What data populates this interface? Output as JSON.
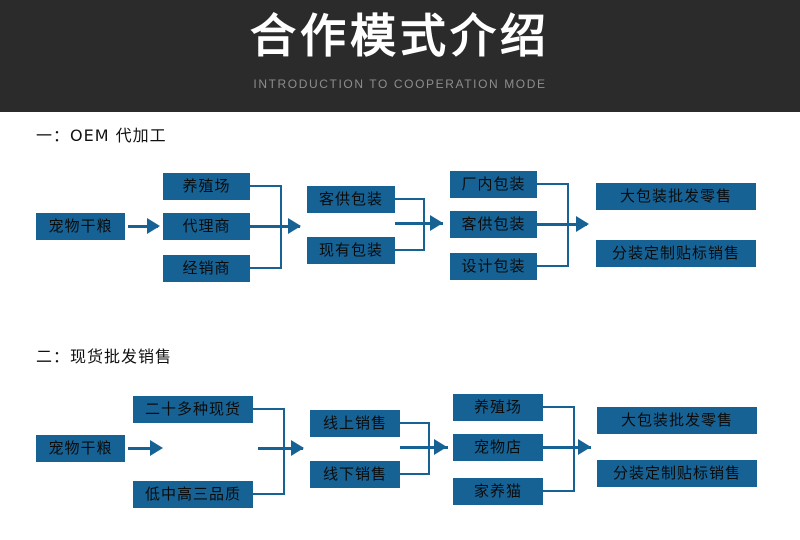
{
  "header": {
    "title": "合作模式介绍",
    "subtitle": "INTRODUCTION TO COOPERATION MODE",
    "bg_color": "#2b2b2b",
    "title_color": "#ffffff",
    "subtitle_color": "#8d8d8d"
  },
  "theme": {
    "node_color": "#176294",
    "node_text_color": "#0b0b0b",
    "page_bg": "#ffffff",
    "section_title_color": "#111111"
  },
  "sections": [
    {
      "title": "一：OEM 代加工",
      "columns": [
        {
          "nodes": [
            "宠物干粮"
          ]
        },
        {
          "nodes": [
            "养殖场",
            "代理商",
            "经销商"
          ]
        },
        {
          "nodes": [
            "客供包装",
            "现有包装"
          ]
        },
        {
          "nodes": [
            "厂内包装",
            "客供包装",
            "设计包装"
          ]
        },
        {
          "nodes": [
            "大包装批发零售",
            "分装定制贴标销售"
          ]
        }
      ]
    },
    {
      "title": "二：现货批发销售",
      "columns": [
        {
          "nodes": [
            "宠物干粮"
          ]
        },
        {
          "nodes": [
            "二十多种现货",
            "低中高三品质"
          ]
        },
        {
          "nodes": [
            "线上销售",
            "线下销售"
          ]
        },
        {
          "nodes": [
            "养殖场",
            "宠物店",
            "家养猫"
          ]
        },
        {
          "nodes": [
            "大包装批发零售",
            "分装定制贴标销售"
          ]
        }
      ]
    }
  ]
}
